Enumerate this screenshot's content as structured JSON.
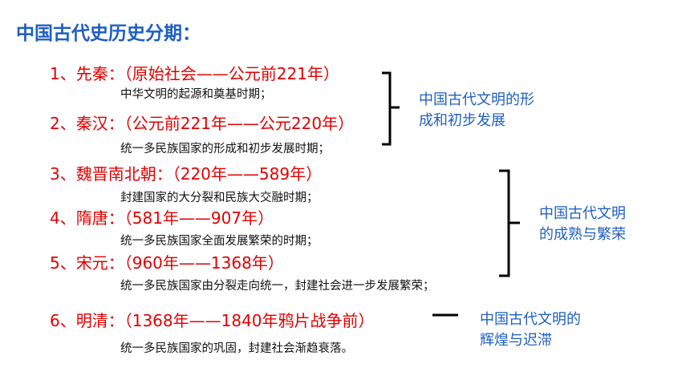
{
  "title": "中国古代史历史分期：",
  "periods": [
    {
      "label": "1、先秦：（原始社会——公元前221年）",
      "desc": "中华文明的起源和奠基时期；"
    },
    {
      "label": "2、秦汉：（公元前221年——公元220年）",
      "desc": "统一多民族国家的形成和初步发展时期；"
    },
    {
      "label": "3、魏晋南北朝：（220年——589年）",
      "desc": "封建国家的大分裂和民族大交融时期；"
    },
    {
      "label": "4、隋唐：（581年——907年）",
      "desc": "统一多民族国家全面发展繁荣的时期；"
    },
    {
      "label": "5、宋元：（960年——1368年）",
      "desc": "统一多民族国家由分裂走向统一，封建社会进一步发展繁荣；"
    },
    {
      "label": "6、明清：（1368年——1840年鸦片战争前）",
      "desc": "统一多民族国家的巩固，封建社会渐趋衰落。"
    }
  ],
  "groups": [
    {
      "line1": "中国古代文明的形",
      "line2": "成和初步发展"
    },
    {
      "line1": "中国古代文明",
      "line2": "的成熟与繁荣"
    },
    {
      "line1": "中国古代文明的",
      "line2": "辉煌与迟滞"
    }
  ],
  "colors": {
    "title": "#1f5fbf",
    "period": "#e00000",
    "group": "#1f5fbf",
    "text": "#111111"
  }
}
